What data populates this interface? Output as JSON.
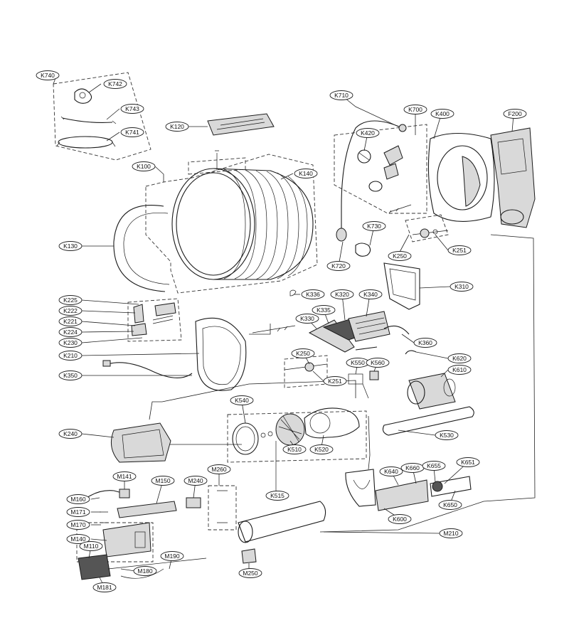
{
  "callouts": [
    {
      "id": "k740",
      "label": "K740"
    },
    {
      "id": "k742",
      "label": "K742"
    },
    {
      "id": "k743",
      "label": "K743"
    },
    {
      "id": "k741",
      "label": "K741"
    },
    {
      "id": "k120",
      "label": "K120"
    },
    {
      "id": "k100",
      "label": "K100"
    },
    {
      "id": "k140",
      "label": "K140"
    },
    {
      "id": "k130",
      "label": "K130"
    },
    {
      "id": "k710",
      "label": "K710"
    },
    {
      "id": "k700",
      "label": "K700"
    },
    {
      "id": "k400",
      "label": "K400"
    },
    {
      "id": "f200",
      "label": "F200"
    },
    {
      "id": "k420",
      "label": "K420"
    },
    {
      "id": "k730",
      "label": "K730"
    },
    {
      "id": "k720",
      "label": "K720"
    },
    {
      "id": "k250a",
      "label": "K250"
    },
    {
      "id": "k251a",
      "label": "K251"
    },
    {
      "id": "k310",
      "label": "K310"
    },
    {
      "id": "k336",
      "label": "K336"
    },
    {
      "id": "k320",
      "label": "K320"
    },
    {
      "id": "k340",
      "label": "K340"
    },
    {
      "id": "k335",
      "label": "K335"
    },
    {
      "id": "k330",
      "label": "K330"
    },
    {
      "id": "k225",
      "label": "K225"
    },
    {
      "id": "k222",
      "label": "K222"
    },
    {
      "id": "k221",
      "label": "K221"
    },
    {
      "id": "k224",
      "label": "K224"
    },
    {
      "id": "k230",
      "label": "K230"
    },
    {
      "id": "k360",
      "label": "K360"
    },
    {
      "id": "k210",
      "label": "K210"
    },
    {
      "id": "k250b",
      "label": "K250"
    },
    {
      "id": "k620",
      "label": "K620"
    },
    {
      "id": "k550",
      "label": "K550"
    },
    {
      "id": "k560",
      "label": "K560"
    },
    {
      "id": "k610",
      "label": "K610"
    },
    {
      "id": "k350",
      "label": "K350"
    },
    {
      "id": "k251b",
      "label": "K251"
    },
    {
      "id": "k540",
      "label": "K540"
    },
    {
      "id": "k530",
      "label": "K530"
    },
    {
      "id": "k240",
      "label": "K240"
    },
    {
      "id": "k510",
      "label": "K510"
    },
    {
      "id": "k520",
      "label": "K520"
    },
    {
      "id": "k515",
      "label": "K515"
    },
    {
      "id": "k640",
      "label": "K640"
    },
    {
      "id": "k660",
      "label": "K660"
    },
    {
      "id": "k655",
      "label": "K655"
    },
    {
      "id": "k651",
      "label": "K651"
    },
    {
      "id": "k650",
      "label": "K650"
    },
    {
      "id": "k600",
      "label": "K600"
    },
    {
      "id": "m141",
      "label": "M141"
    },
    {
      "id": "m260a",
      "label": "M260"
    },
    {
      "id": "m240",
      "label": "M240"
    },
    {
      "id": "m150",
      "label": "M150"
    },
    {
      "id": "m160",
      "label": "M160"
    },
    {
      "id": "m171",
      "label": "M171"
    },
    {
      "id": "m170",
      "label": "M170"
    },
    {
      "id": "m140",
      "label": "M140"
    },
    {
      "id": "m110",
      "label": "M110"
    },
    {
      "id": "m210",
      "label": "M210"
    },
    {
      "id": "m190",
      "label": "M190"
    },
    {
      "id": "m180",
      "label": "M180"
    },
    {
      "id": "m181",
      "label": "M181"
    },
    {
      "id": "m250",
      "label": "M250"
    }
  ]
}
